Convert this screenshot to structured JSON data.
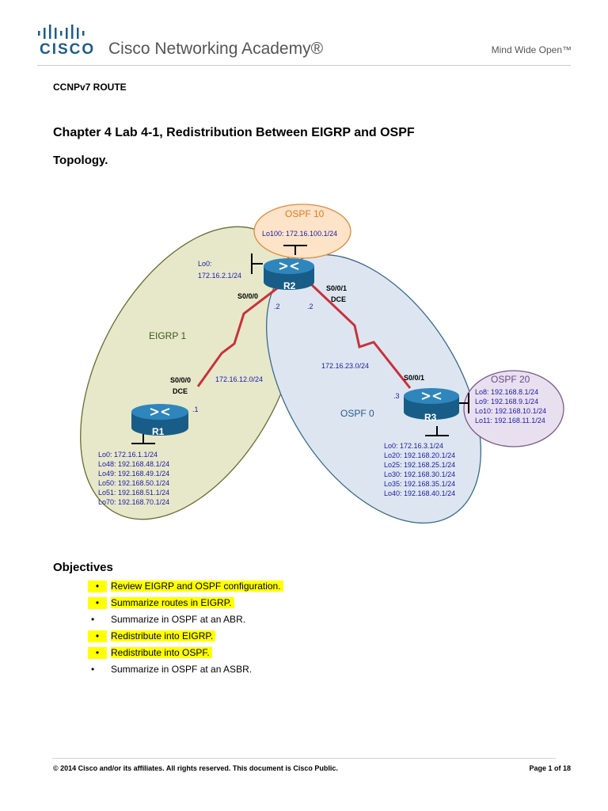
{
  "header": {
    "brand": "CISCO",
    "academy": "Cisco Networking Academy®",
    "tagline": "Mind Wide Open™"
  },
  "course": "CCNPv7 ROUTE",
  "title": "Chapter 4 Lab 4-1, Redistribution Between EIGRP and OSPF",
  "topology_heading": "Topology.",
  "topology": {
    "areas": {
      "ospf10": "OSPF 10",
      "eigrp1": "EIGRP 1",
      "ospf0": "OSPF 0",
      "ospf20": "OSPF 20"
    },
    "routers": {
      "r1": "R1",
      "r2": "R2",
      "r3": "R3"
    },
    "r2_lo100": "Lo100:  172.16.100.1/24",
    "r2_lo0_line1": "Lo0:",
    "r2_lo0_line2": "172.16.2.1/24",
    "r2_s000": "S0/0/0",
    "r2_s001": "S0/0/1",
    "r2_s001_dce": "DCE",
    "r2_left_host": ".2",
    "r2_right_host": ".2",
    "link_r1_r2": "172.16.12.0/24",
    "link_r2_r3": "172.16.23.0/24",
    "r1_s000": "S0/0/0",
    "r1_dce": "DCE",
    "r1_host": ".1",
    "r3_s001": "S0/0/1",
    "r3_host": ".3",
    "r1_loopbacks": [
      "Lo0:  172.16.1.1/24",
      "Lo48: 192.168.48.1/24",
      "Lo49: 192.168.49.1/24",
      "Lo50: 192.168.50.1/24",
      "Lo51: 192.168.51.1/24",
      "Lo70: 192.168.70.1/24"
    ],
    "r3_loopbacks": [
      "Lo0:  172.16.3.1/24",
      "Lo20: 192.168.20.1/24",
      "Lo25: 192.168.25.1/24",
      "Lo30: 192.168.30.1/24",
      "Lo35: 192.168.35.1/24",
      "Lo40: 192.168.40.1/24"
    ],
    "r3_ospf20_loopbacks": [
      "Lo8: 192.168.8.1/24",
      "Lo9: 192.168.9.1/24",
      "Lo10: 192.168.10.1/24",
      "Lo11: 192.168.11.1/24"
    ]
  },
  "objectives_heading": "Objectives",
  "objectives": [
    {
      "bullet": "•",
      "text": "Review EIGRP and OSPF configuration.",
      "highlight": true
    },
    {
      "bullet": "•",
      "text": "Summarize routes in EIGRP.",
      "highlight": true
    },
    {
      "bullet": "•",
      "text": "Summarize in OSPF at an ABR.",
      "highlight": false
    },
    {
      "bullet": "•",
      "text": "Redistribute into EIGRP.",
      "highlight": true
    },
    {
      "bullet": "•",
      "text": "Redistribute into OSPF.",
      "highlight": true
    },
    {
      "bullet": "•",
      "text": "Summarize in OSPF at an ASBR.",
      "highlight": false
    }
  ],
  "footer": {
    "copyright": "© 2014 Cisco and/or its affiliates. All rights reserved. This document is Cisco Public.",
    "page": "Page 1 of 18"
  },
  "colors": {
    "cisco_blue": "#1d5c8c",
    "label_blue": "#1a1aa8",
    "serial_red": "#c8323c",
    "highlight": "#ffff00",
    "eigrp_fill": "#e7e8c9",
    "eigrp_stroke": "#6b6b35",
    "ospf0_fill": "#dde6f0",
    "ospf0_stroke": "#3a6a8a",
    "ospf10_fill": "#fde3c8",
    "ospf10_stroke": "#e08a3a",
    "ospf20_fill": "#e9e0ef",
    "ospf20_stroke": "#7a5a8c",
    "router_fill": "#1f6e9e"
  },
  "icons": {
    "logo": "cisco-bars-logo",
    "router": "router-icon",
    "serial": "serial-link-zigzag"
  }
}
